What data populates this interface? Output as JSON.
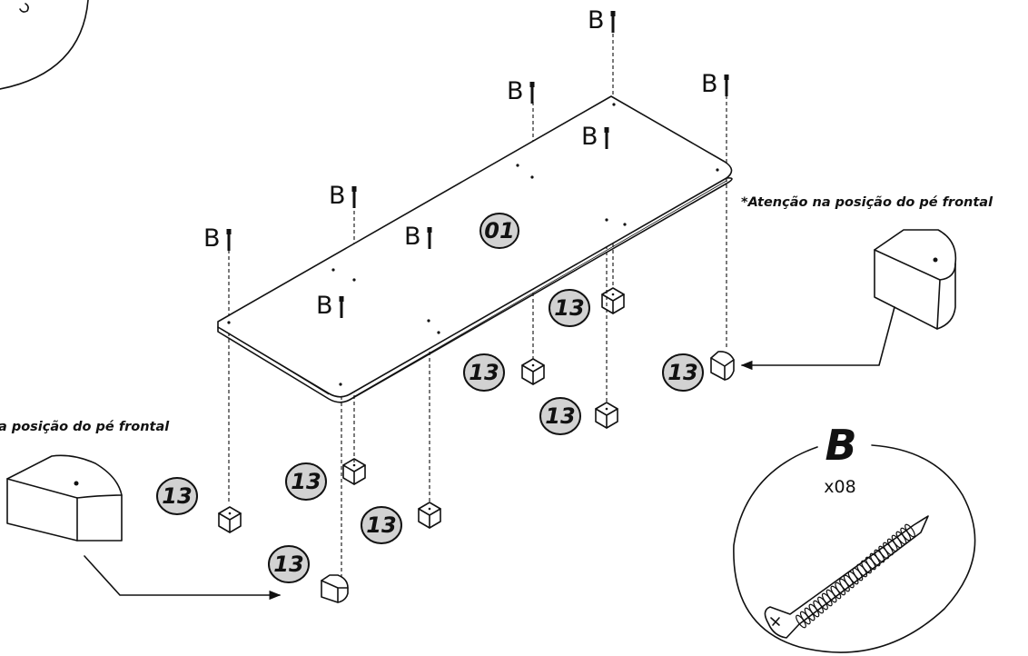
{
  "panel": {
    "part_number": "01"
  },
  "screw_label": "B",
  "foot_label": "13",
  "note_right": "*Atenção na posição do pé frontal",
  "note_left": "a posição do pé frontal",
  "callout": {
    "letter": "B",
    "quantity": "x08"
  },
  "colors": {
    "ink": "#111111",
    "badge_fill": "#d2d2d2",
    "paper": "#ffffff"
  }
}
